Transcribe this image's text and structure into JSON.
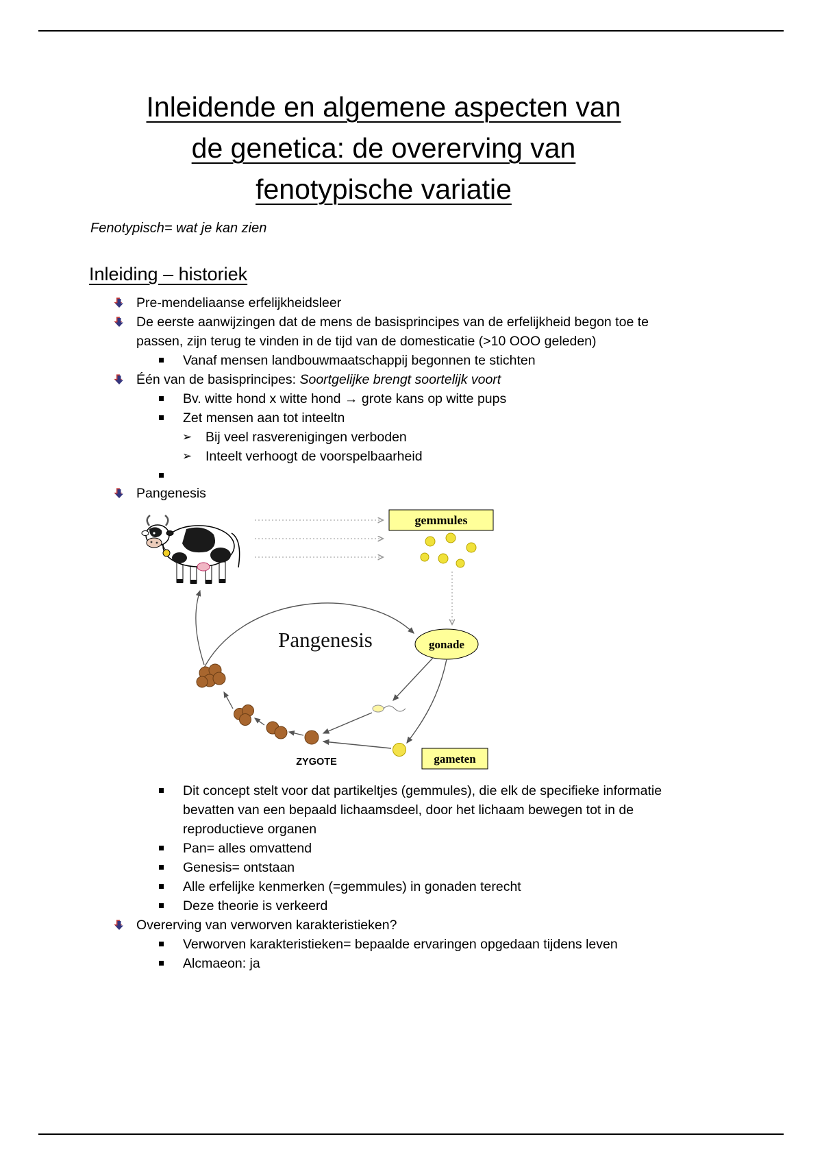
{
  "document": {
    "title_lines": [
      "Inleidende en algemene aspecten van",
      "de genetica: de overerving van",
      "fenotypische variatie"
    ],
    "subtitle": "Fenotypisch= wat je kan zien",
    "heading": "Inleiding – historiek"
  },
  "bullets": {
    "chevron": "➢"
  },
  "list": {
    "item1": "Pre-mendeliaanse erfelijkheidsleer",
    "item2": "De eerste aanwijzingen dat de mens de basisprincipes van de erfelijkheid begon toe te passen, zijn terug te vinden in de tijd van de domesticatie (>10 OOO geleden)",
    "item2a": "Vanaf mensen landbouwmaatschappij begonnen te stichten",
    "item3_prefix": "Één van de basisprincipes: ",
    "item3_italic": "Soortgelijke brengt soortelijk voort",
    "item3a": "Bv. witte hond x witte hond → grote kans op witte pups",
    "item3b": "Zet mensen aan tot inteeltn",
    "item3b1": "Bij veel rasverenigingen verboden",
    "item3b2": "Inteelt verhoogt de voorspelbaarheid",
    "item4": "Pangenesis",
    "item4a": "Dit concept stelt voor dat partikeltjes (gemmules), die elk de specifieke informatie bevatten van een bepaald lichaamsdeel, door het lichaam bewegen tot in de reproductieve organen",
    "item4b": "Pan= alles omvattend",
    "item4c": "Genesis= ontstaan",
    "item4d": "Alle erfelijke kenmerken (=gemmules) in gonaden terecht",
    "item4e": "Deze theorie is verkeerd",
    "item5": "Overerving van verworven karakteristieken?",
    "item5a": "Verworven karakteristieken= bepaalde ervaringen opgedaan tijdens leven",
    "item5b": "Alcmaeon: ja"
  },
  "diagram": {
    "gemmules_label": "gemmules",
    "pangenesis_label": "Pangenesis",
    "gonade_label": "gonade",
    "zygote_label": "ZYGOTE",
    "gameten_label": "gameten",
    "colors": {
      "box_fill": "#ffff99",
      "gemmule_fill": "#f0e13a",
      "cell_fill": "#a8662e"
    }
  }
}
